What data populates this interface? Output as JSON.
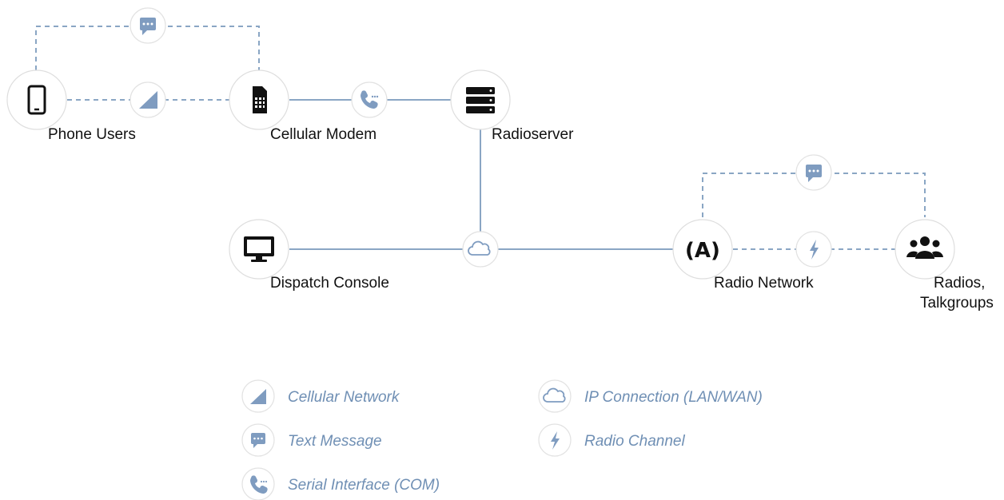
{
  "nodes": {
    "phone": "Phone Users",
    "modem": "Cellular Modem",
    "server": "Radioserver",
    "console": "Dispatch Console",
    "radio_network": "Radio Network",
    "radios_line1": "Radios,",
    "radios_line2": "Talkgroups"
  },
  "legend": {
    "cellular": "Cellular Network",
    "text": "Text Message",
    "serial": "Serial Interface (COM)",
    "ip": "IP Connection (LAN/WAN)",
    "radio": "Radio Channel"
  },
  "colors": {
    "connector": "#8aa6c4",
    "icon_accent": "#7f9cc0",
    "node_icon": "#111111",
    "legend_text": "#6f8fb4"
  }
}
